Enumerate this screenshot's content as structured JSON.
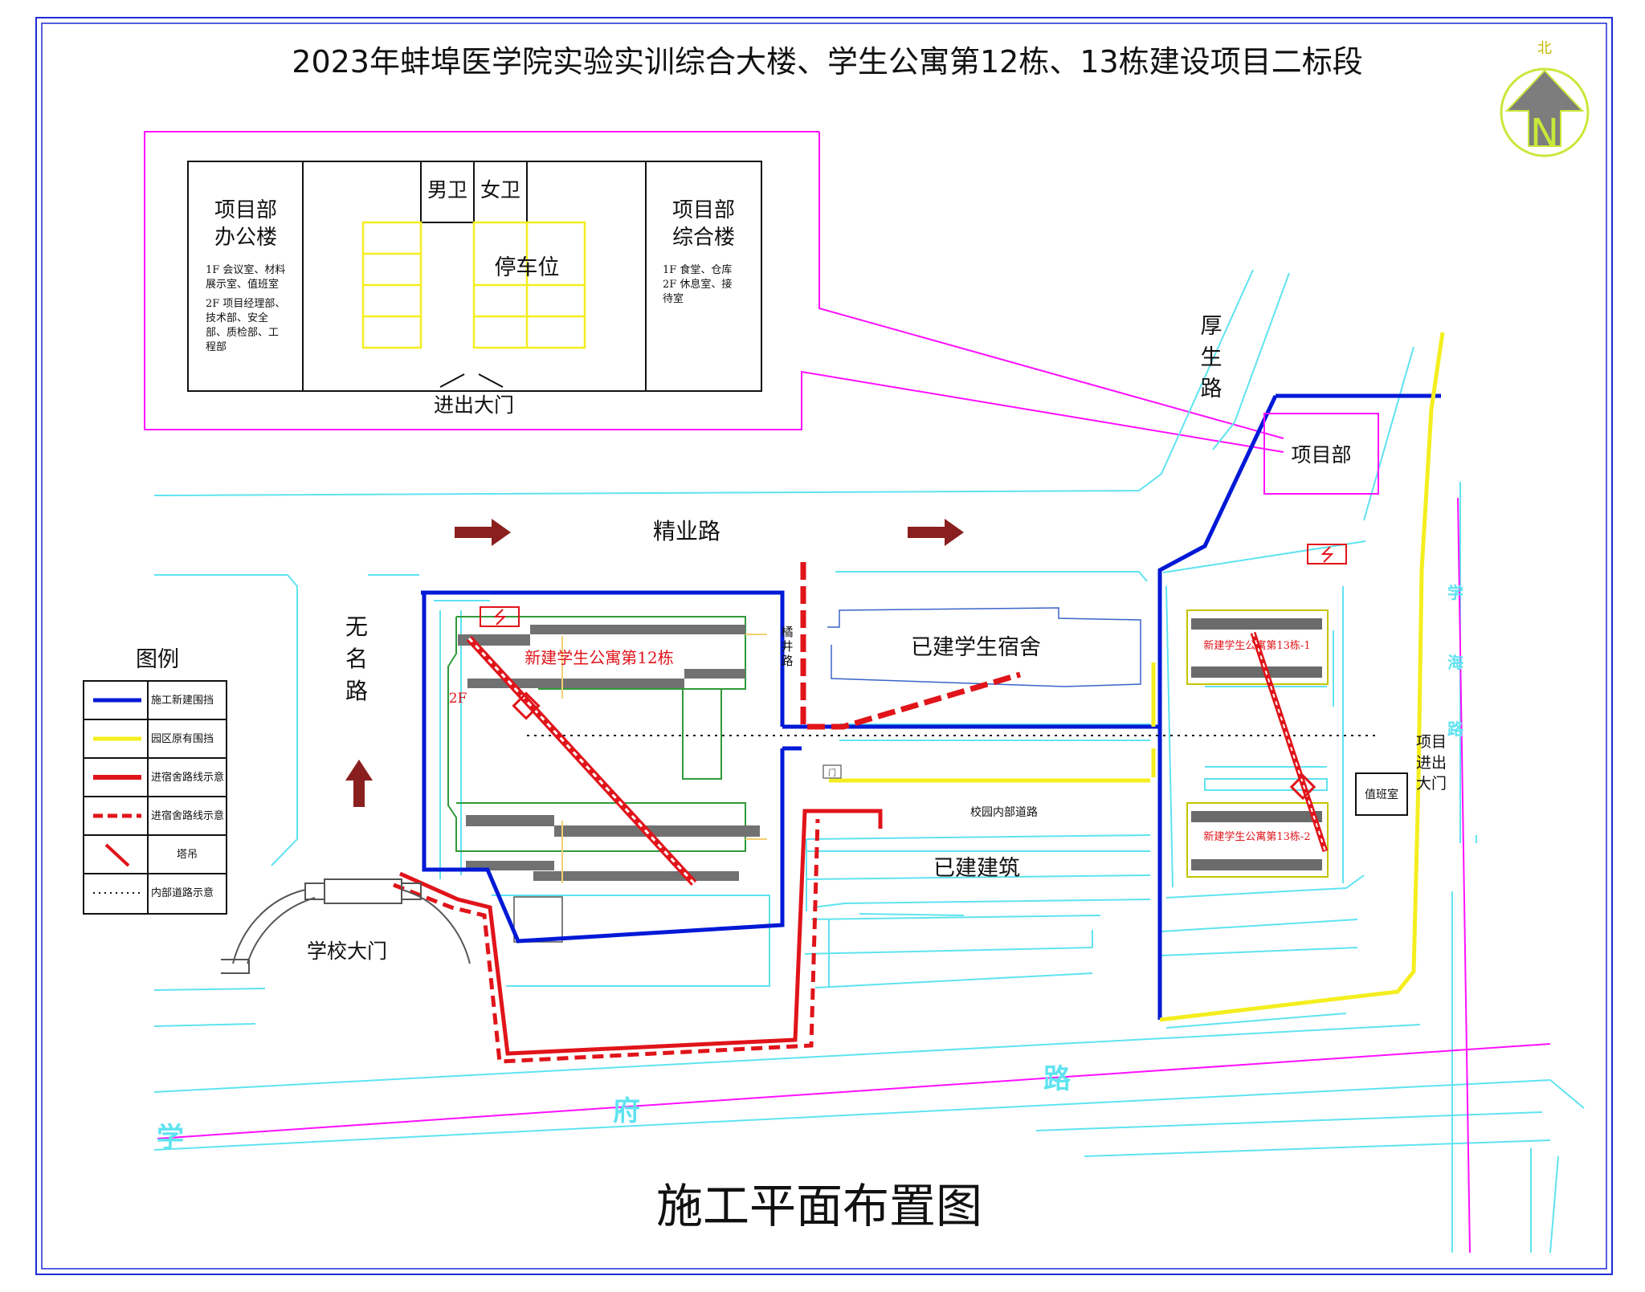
{
  "title": "2023年蚌埠医学院实验实训综合大楼、学生公寓第12栋、13栋建设项目二标段",
  "bottom_title": "施工平面布置图",
  "north": {
    "label": "北",
    "letter": "N"
  },
  "inset": {
    "office_title_1": "项目部",
    "office_title_2": "办公楼",
    "office_note_1": "1F 会议室、材料",
    "office_note_2": "展示室、值班室",
    "office_note_3": "2F 项目经理部、",
    "office_note_4": "技术部、安全",
    "office_note_5": "部、质检部、工",
    "office_note_6": "程部",
    "male_toilet": "男卫",
    "female_toilet": "女卫",
    "parking": "停车位",
    "complex_title_1": "项目部",
    "complex_title_2": "综合楼",
    "complex_note_1": "1F 食堂、仓库",
    "complex_note_2": "2F 休息室、接",
    "complex_note_3": "待室",
    "gate": "进出大门"
  },
  "roads": {
    "jingye": "精业路",
    "houshang_1": "厚",
    "houshang_2": "生",
    "houshang_3": "路",
    "wuming_1": "无",
    "wuming_2": "名",
    "wuming_3": "路",
    "jujing_1": "橘",
    "jujing_2": "井",
    "jujing_3": "路",
    "xuefu_1": "学",
    "xuefu_2": "府",
    "xuefu_3": "路",
    "right_vertical_1": "学",
    "right_vertical_2": "海",
    "right_vertical_3": "路",
    "campus_internal": "校园内部道路"
  },
  "labels": {
    "project_dept": "项目部",
    "existing_dorm": "已建学生宿舍",
    "existing_building": "已建建筑",
    "school_gate": "学校大门",
    "building12": "新建学生公寓第12栋",
    "two_f": "2F",
    "building13_1": "新建学生公寓第13栋-1",
    "building13_2": "新建学生公寓第13栋-2",
    "duty_room": "值班室",
    "project_gate_1": "项目",
    "project_gate_2": "进出",
    "project_gate_3": "大门",
    "small_box": "门"
  },
  "legend": {
    "title": "图例",
    "items": [
      {
        "label": "施工新建围挡",
        "kind": "blue-line",
        "color": "#0019d6"
      },
      {
        "label": "园区原有围挡",
        "kind": "yellow-line",
        "color": "#f4ee1f"
      },
      {
        "label": "进宿舍路线示意",
        "kind": "red-solid",
        "color": "#e0141a"
      },
      {
        "label": "进宿舍路线示意",
        "kind": "red-dashed",
        "color": "#e0141a"
      },
      {
        "label": "塔吊",
        "kind": "crane",
        "color": "#e0141a"
      },
      {
        "label": "内部道路示意",
        "kind": "dotted",
        "color": "#111111"
      }
    ]
  },
  "colors": {
    "frame": "#1d2bd6",
    "cyan": "#5fe3f0",
    "magenta": "#ff10ff",
    "blue": "#0019d6",
    "yellow": "#f4ee1f",
    "red": "#e0141a",
    "green": "#2f9a3a",
    "arrow": "#8a1f1f"
  }
}
